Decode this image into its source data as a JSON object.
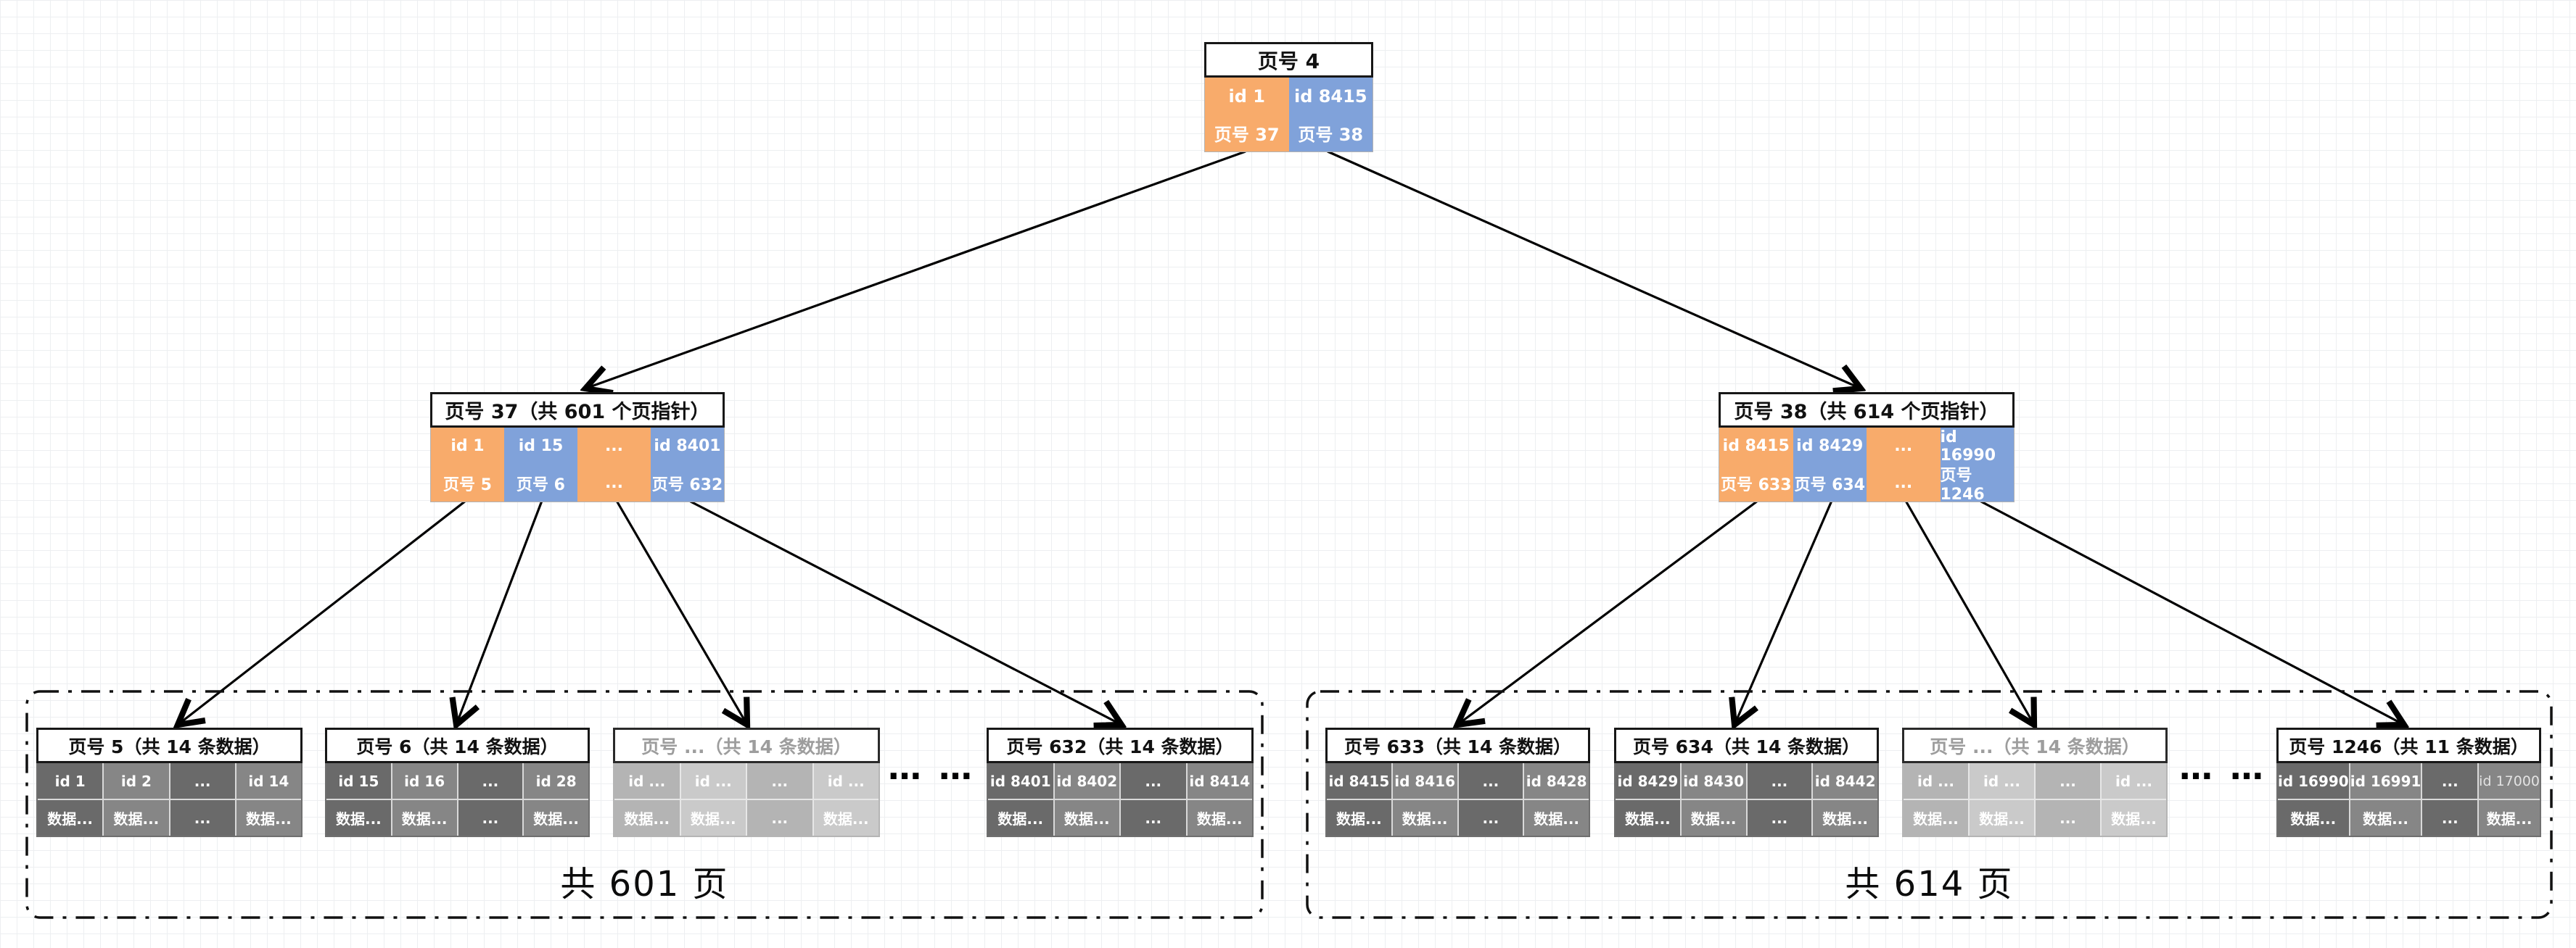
{
  "colors": {
    "pointer_orange": "#f8ab6b",
    "pointer_blue": "#80a2da",
    "leaf_dark_gray": "#6a6a6a",
    "leaf_light_gray": "#868686",
    "muted_dark_gray": "#b4b4b4",
    "muted_light_gray": "#cacaca",
    "edge_black": "#000000"
  },
  "root": {
    "title": "页号 4",
    "entries": [
      {
        "id": "id 1",
        "page": "页号 37"
      },
      {
        "id": "id 8415",
        "page": "页号 38"
      }
    ]
  },
  "internal_nodes": [
    {
      "title": "页号 37（共 601 个页指针）",
      "entries": [
        {
          "id": "id 1",
          "page": "页号 5"
        },
        {
          "id": "id 15",
          "page": "页号 6"
        },
        {
          "id": "...",
          "page": "..."
        },
        {
          "id": "id 8401",
          "page": "页号 632"
        }
      ]
    },
    {
      "title": "页号 38（共 614 个页指针）",
      "entries": [
        {
          "id": "id 8415",
          "page": "页号 633"
        },
        {
          "id": "id 8429",
          "page": "页号 634"
        },
        {
          "id": "...",
          "page": "..."
        },
        {
          "id": "id 16990",
          "page": "页号 1246"
        }
      ]
    }
  ],
  "groups": [
    {
      "label": "共 601 页",
      "ellipsis": "… …",
      "leaves": [
        {
          "title": "页号 5（共 14 条数据）",
          "cols": [
            {
              "id": "id 1",
              "data": "数据..."
            },
            {
              "id": "id 2",
              "data": "数据..."
            },
            {
              "id": "...",
              "data": "..."
            },
            {
              "id": "id 14",
              "data": "数据..."
            }
          ]
        },
        {
          "title": "页号 6（共 14 条数据）",
          "cols": [
            {
              "id": "id 15",
              "data": "数据..."
            },
            {
              "id": "id 16",
              "data": "数据..."
            },
            {
              "id": "...",
              "data": "..."
            },
            {
              "id": "id 28",
              "data": "数据..."
            }
          ]
        },
        {
          "title": "页号 ...（共 14 条数据）",
          "cols": [
            {
              "id": "id ...",
              "data": "数据..."
            },
            {
              "id": "id ...",
              "data": "数据..."
            },
            {
              "id": "...",
              "data": "..."
            },
            {
              "id": "id ...",
              "data": "数据..."
            }
          ]
        },
        {
          "title": "页号 632（共 14 条数据）",
          "cols": [
            {
              "id": "id 8401",
              "data": "数据..."
            },
            {
              "id": "id 8402",
              "data": "数据..."
            },
            {
              "id": "...",
              "data": "..."
            },
            {
              "id": "id 8414",
              "data": "数据..."
            }
          ]
        }
      ]
    },
    {
      "label": "共 614 页",
      "ellipsis": "… …",
      "leaves": [
        {
          "title": "页号 633（共 14 条数据）",
          "cols": [
            {
              "id": "id 8415",
              "data": "数据..."
            },
            {
              "id": "id 8416",
              "data": "数据..."
            },
            {
              "id": "...",
              "data": "..."
            },
            {
              "id": "id 8428",
              "data": "数据..."
            }
          ]
        },
        {
          "title": "页号 634（共 14 条数据）",
          "cols": [
            {
              "id": "id 8429",
              "data": "数据..."
            },
            {
              "id": "id 8430",
              "data": "数据..."
            },
            {
              "id": "...",
              "data": "..."
            },
            {
              "id": "id 8442",
              "data": "数据..."
            }
          ]
        },
        {
          "title": "页号 ...（共 14 条数据）",
          "cols": [
            {
              "id": "id ...",
              "data": "数据..."
            },
            {
              "id": "id ...",
              "data": "数据..."
            },
            {
              "id": "...",
              "data": "..."
            },
            {
              "id": "id ...",
              "data": "数据..."
            }
          ]
        },
        {
          "title": "页号 1246（共 11 条数据）",
          "cols": [
            {
              "id": "id 16990",
              "data": "数据..."
            },
            {
              "id": "id 16991",
              "data": "数据..."
            },
            {
              "id": "...",
              "data": "..."
            },
            {
              "id": "id 17000",
              "data": "数据..."
            }
          ]
        }
      ]
    }
  ]
}
